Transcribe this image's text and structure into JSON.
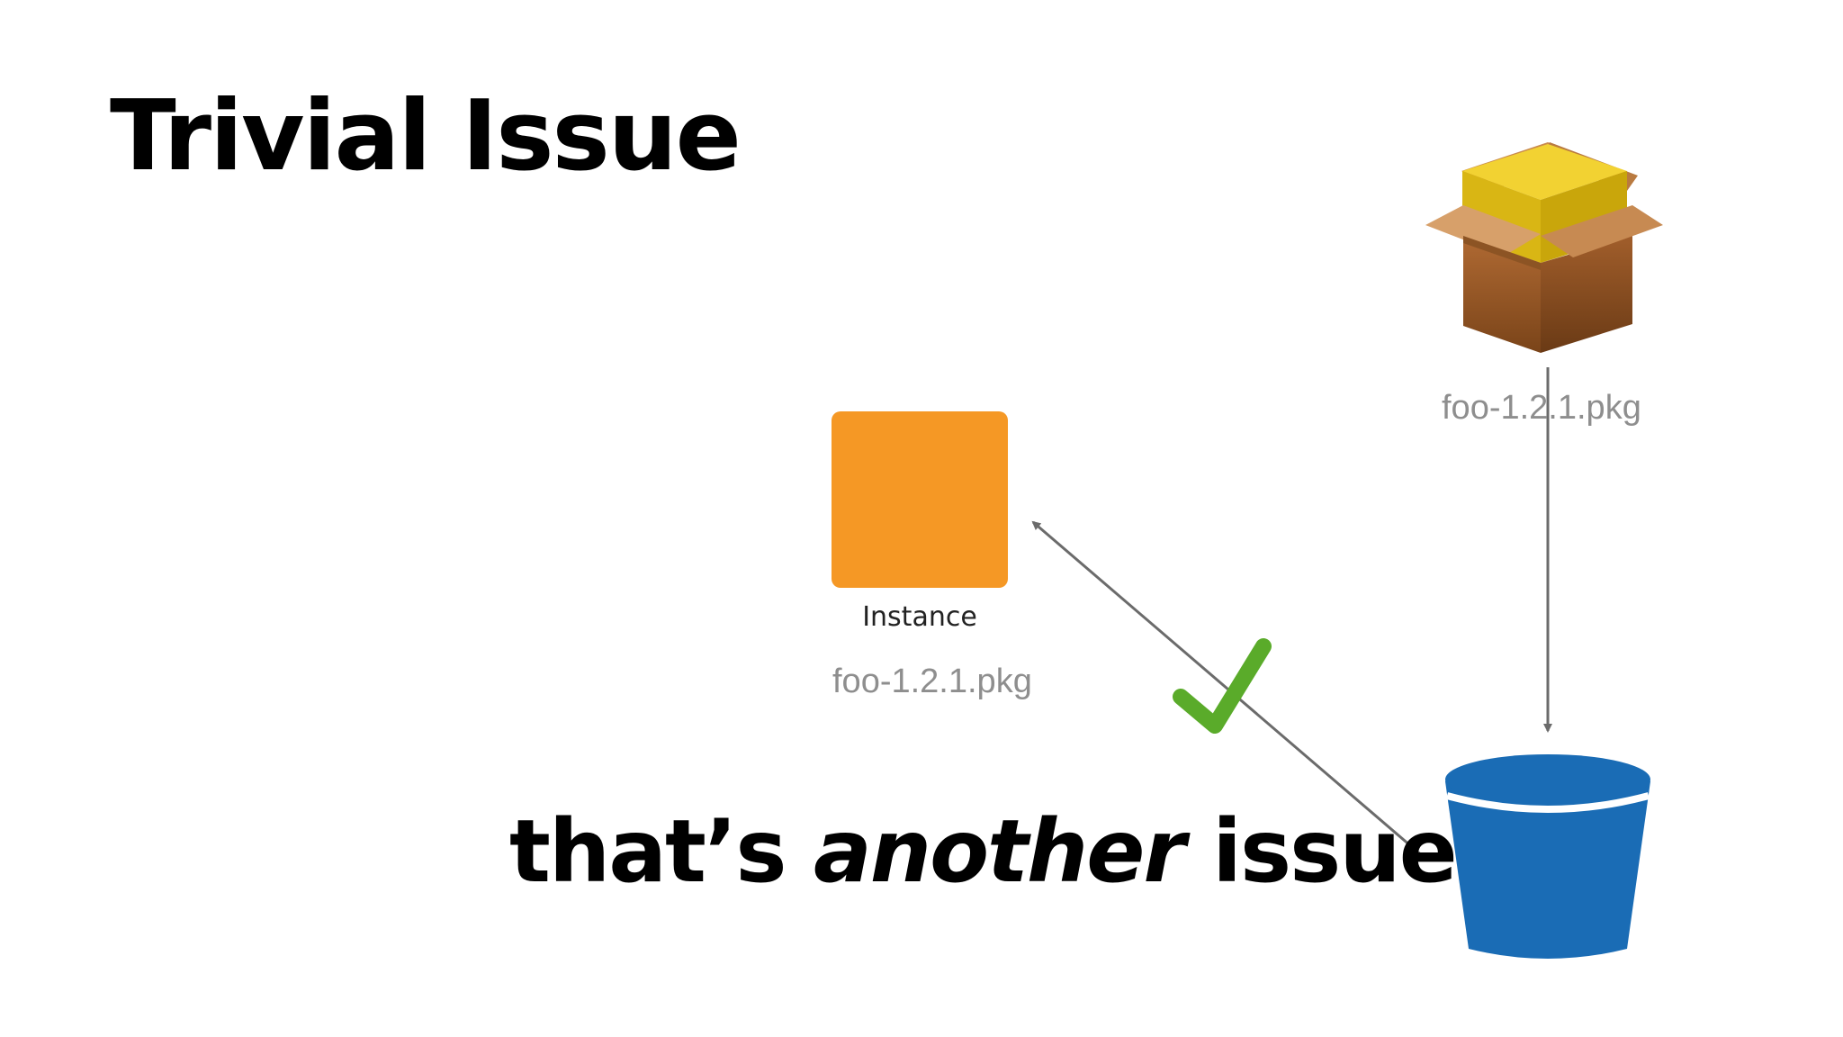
{
  "title": "Trivial Issue",
  "instance": {
    "label": "Instance",
    "package": "foo-1.2.1.pkg",
    "color": "#f59825"
  },
  "source_package": {
    "label": "foo-1.2.1.pkg",
    "icon": "package-box-icon"
  },
  "bucket": {
    "icon": "storage-bucket-icon",
    "color": "#1a6cb5"
  },
  "checkmark": {
    "icon": "checkmark-icon",
    "color": "#5aab2a"
  },
  "caption": {
    "before": "that’s ",
    "emphasis": "another",
    "after": " issue"
  },
  "colors": {
    "arrow": "#6b6b6b",
    "muted_text": "#8e8e8e"
  }
}
